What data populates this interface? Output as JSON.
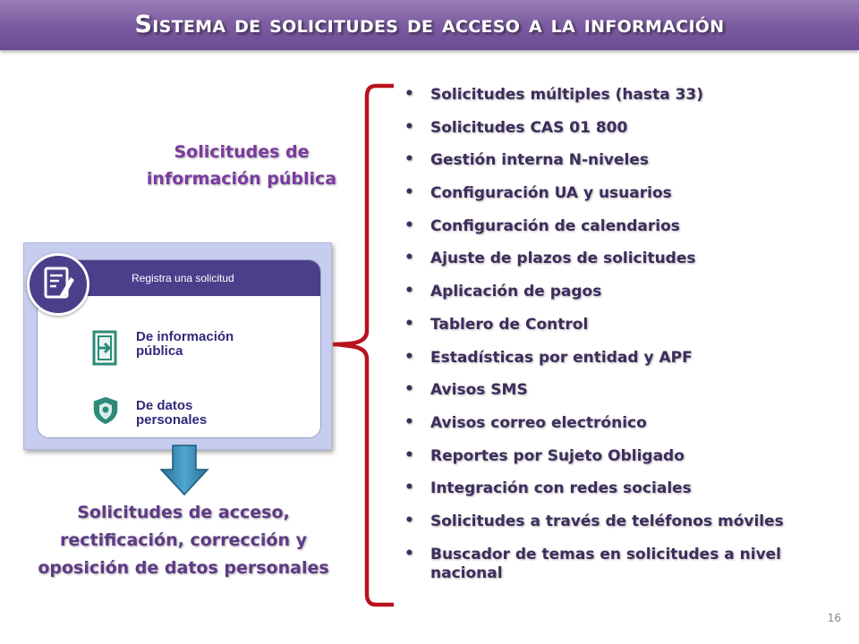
{
  "slide": {
    "title": "Sistema de solicitudes de acceso a la información",
    "left_heading": "Solicitudes de información pública",
    "left_bottom": "Solicitudes de acceso, rectificación, corrección y oposición de datos personales",
    "page_number": "16",
    "colors": {
      "banner": "#7e5fa3",
      "heading": "#7a3aa0",
      "brace": "#b8121c",
      "arrow": "#2f7fb0"
    }
  },
  "screenshot": {
    "header": "Registra una solicitud",
    "options": [
      {
        "label_line1": "De información",
        "label_line2": "pública",
        "icon": "door-exit-icon"
      },
      {
        "label_line1": "De datos",
        "label_line2": "personales",
        "icon": "shield-icon"
      }
    ],
    "badge_icon": "document-pen-icon"
  },
  "features": [
    "Solicitudes múltiples (hasta 33)",
    "Solicitudes CAS 01 800",
    "Gestión interna N-niveles",
    "Configuración UA y usuarios",
    "Configuración de calendarios",
    "Ajuste de plazos de solicitudes",
    "Aplicación de pagos",
    "Tablero de Control",
    "Estadísticas por entidad y APF",
    "Avisos SMS",
    "Avisos correo electrónico",
    "Reportes por Sujeto Obligado",
    "Integración con redes sociales",
    "Solicitudes a través de teléfonos móviles",
    "Buscador de temas en solicitudes a nivel nacional"
  ]
}
